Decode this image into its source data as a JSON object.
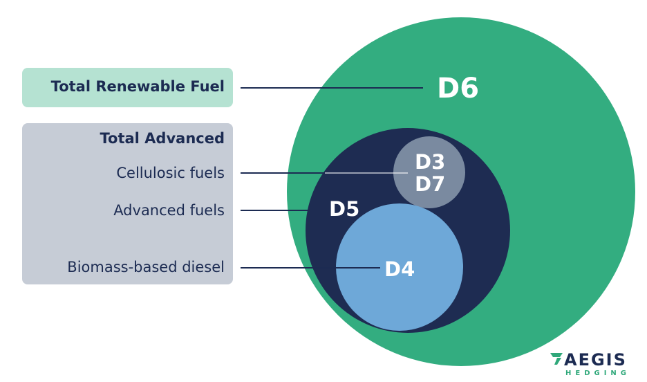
{
  "labels": {
    "total_renewable_fuel": "Total Renewable Fuel",
    "total_advanced": "Total Advanced",
    "cellulosic_fuels": "Cellulosic fuels",
    "advanced_fuels": "Advanced fuels",
    "biomass_based_diesel": "Biomass-based diesel"
  },
  "circles": {
    "d6": "D6",
    "d5": "D5",
    "d3": "D3",
    "d7": "D7",
    "d4": "D4"
  },
  "colors": {
    "d6_fill": "#33ad80",
    "d5_fill": "#1e2c52",
    "d3d7_fill": "#7a8aa0",
    "d4_fill": "#6ea8d8",
    "trf_box": "#b5e2d2",
    "ta_box": "#c6ccd6",
    "text_dark": "#1c2b52"
  },
  "logo": {
    "name": "AEGIS",
    "subtitle": "HEDGING"
  }
}
